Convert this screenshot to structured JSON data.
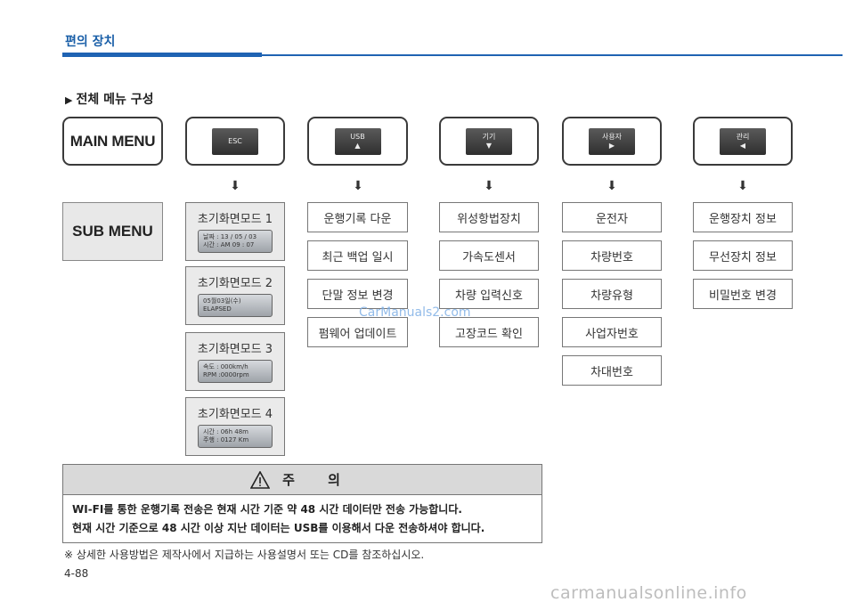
{
  "header": {
    "title": "편의 장치"
  },
  "section": {
    "title": "전체 메뉴 구성"
  },
  "main_row": {
    "main_label": "MAIN MENU",
    "keys": [
      {
        "line1": "ESC",
        "line2": ""
      },
      {
        "line1": "USB",
        "line2": "▲"
      },
      {
        "line1": "기기",
        "line2": "▼"
      },
      {
        "line1": "사용자",
        "line2": "▶"
      },
      {
        "line1": "관리",
        "line2": "◀"
      }
    ]
  },
  "sub_label": "SUB MENU",
  "modes": [
    {
      "label": "초기화면모드 1",
      "lcd1": "날짜 : 13 / 05 / 03",
      "lcd2": "시간 : AM  09 : 07"
    },
    {
      "label": "초기화면모드 2",
      "lcd1": "05월03일(수)",
      "lcd2": "ELAPSED"
    },
    {
      "label": "초기화면모드 3",
      "lcd1": "속도 : 000km/h",
      "lcd2": "RPM :0000rpm"
    },
    {
      "label": "초기화면모드 4",
      "lcd1": "시간 : 06h 48m",
      "lcd2": "주행 : 0127 Km"
    }
  ],
  "usb_items": [
    "운행기록 다운",
    "최근 백업 일시",
    "단말 정보 변경",
    "펌웨어 업데이트"
  ],
  "device_items": [
    "위성항법장치",
    "가속도센서",
    "차량 입력신호",
    "고장코드 확인"
  ],
  "user_items": [
    "운전자",
    "차량번호",
    "차량유형",
    "사업자번호",
    "차대번호"
  ],
  "admin_items": [
    "운행장치 정보",
    "무선장치 정보",
    "비밀번호 변경"
  ],
  "caution": {
    "title": "주 의",
    "line1": "WI-FI를 통한 운행기록 전송은 현재 시간 기준 약 48 시간 데이터만 전송 가능합니다.",
    "line2": "현재 시간 기준으로 48 시간 이상  지난 데이터는 USB를 이용해서 다운 전송하셔야 합니다."
  },
  "footnote": "※ 상세한 사용방법은 제작사에서 지급하는 사용설명서 또는 CD를 참조하십시오.",
  "page_number": "4-88",
  "watermarks": {
    "top": "CarManuals2.com",
    "bottom": "carmanualsonline.info"
  },
  "colors": {
    "accent": "#1f63b3"
  }
}
